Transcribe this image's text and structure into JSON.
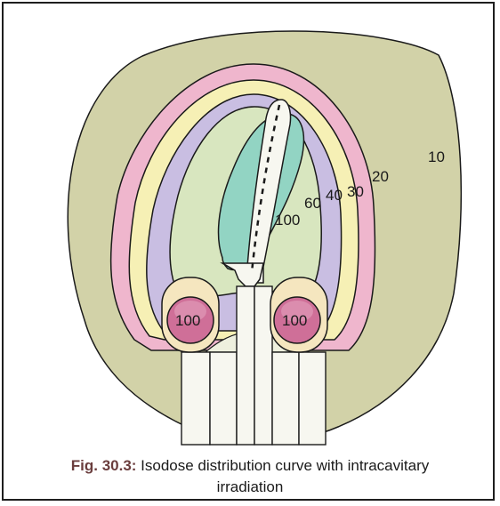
{
  "isodose_labels": [
    "10",
    "20",
    "30",
    "40",
    "60",
    "100"
  ],
  "ovoid_labels": [
    "100",
    "100"
  ],
  "caption": {
    "figure_number": "Fig. 30.3:",
    "text_line1": " Isodose distribution curve with intracavitary",
    "text_line2": "irradiation"
  },
  "colors": {
    "outer_10": "#d2d2a8",
    "zone_20": "#efb6cd",
    "zone_30": "#f6f0b5",
    "zone_40": "#c9bee2",
    "zone_60": "#d8e6bf",
    "zone_100": "#92d4c3",
    "ovoid": "#cf6f98",
    "applicator": "#f7f7f0"
  }
}
